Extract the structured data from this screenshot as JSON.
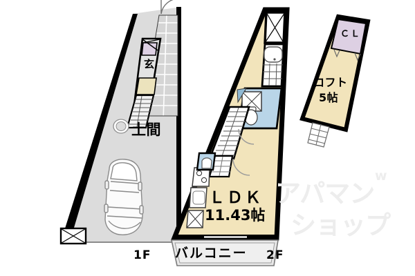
{
  "figure": {
    "kind": "floor-plan",
    "units": "帖"
  },
  "floors": [
    {
      "id": "1f",
      "caption": "1F",
      "rooms": [
        {
          "name": "doma",
          "label": "土間"
        },
        {
          "name": "genkan",
          "label": "玄"
        }
      ]
    },
    {
      "id": "2f",
      "caption": "2F",
      "rooms": [
        {
          "name": "ldk",
          "label": "ＬＤＫ",
          "area": "11.43帖"
        },
        {
          "name": "balcony",
          "label": "バルコニー"
        }
      ]
    },
    {
      "id": "loft",
      "caption": "",
      "rooms": [
        {
          "name": "loft",
          "label": "ロフト",
          "area": "5帖"
        },
        {
          "name": "closet",
          "label": "ＣＬ"
        }
      ]
    }
  ],
  "labels": {
    "doma": "土間",
    "genkan": "玄",
    "ldk": "ＬＤＫ",
    "ldk_area": "11.43帖",
    "loft": "ロフト",
    "loft_area": "5帖",
    "closet": "ＣＬ",
    "balcony": "バルコニー",
    "floor_1f": "1F",
    "floor_2f": "2F"
  },
  "watermark": {
    "line1": "アパマン",
    "line2": "ショップ",
    "superscript": "w"
  },
  "colors": {
    "wall": "#000000",
    "floor_gray": "#dcdcdc",
    "floor_cream": "#f2e4bb",
    "water_blue": "#b9d5e8",
    "closet_purple": "#ddd0e3",
    "tatami_beige": "#ece3bd",
    "background": "#ffffff",
    "watermark_gray": "#ededed",
    "balcony_gray": "#e6e6e6"
  }
}
